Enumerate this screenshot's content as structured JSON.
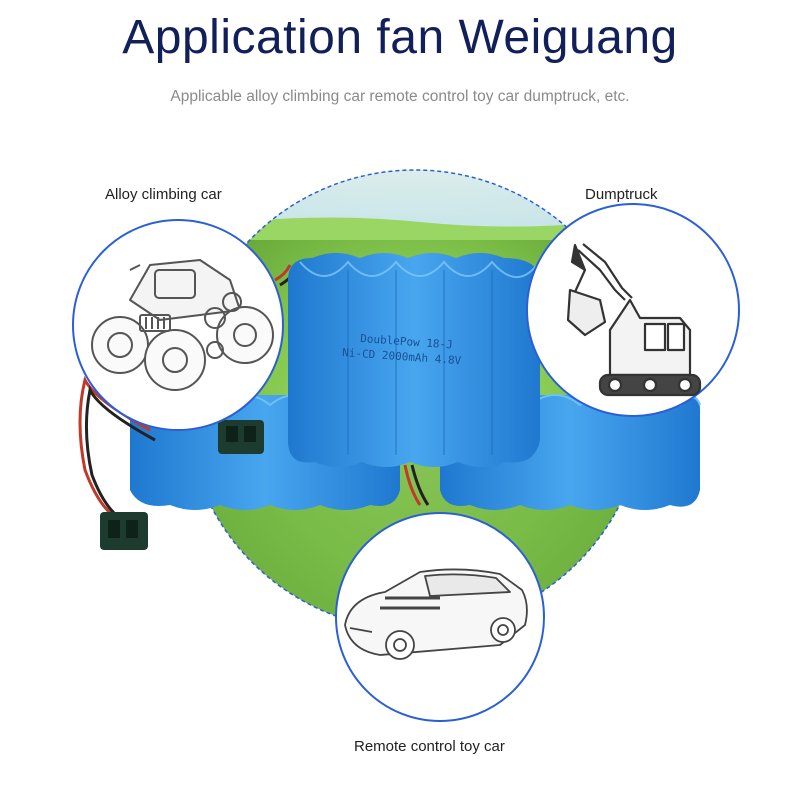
{
  "header": {
    "title": "Application fan Weiguang",
    "subtitle": "Applicable alloy climbing car remote control toy car dumptruck, etc."
  },
  "applications": {
    "alloy_climbing_car": "Alloy climbing car",
    "dumptruck": "Dumptruck",
    "rc_toy_car": "Remote control toy car"
  },
  "battery": {
    "label_line1": "DoublePow  18-J",
    "label_line2": "Ni-CD  2000mAh  4.8V"
  },
  "colors": {
    "title": "#12205a",
    "battery_blue": "#2f8fdf",
    "circle_border": "#2b5fd6",
    "grass": "#8fd05a"
  }
}
